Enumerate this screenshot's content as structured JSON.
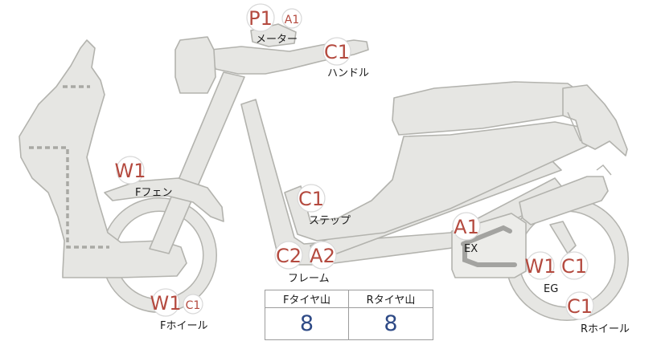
{
  "parts": [
    {
      "id": "meter",
      "codes": [
        "P1",
        "A1"
      ],
      "label": "メーター"
    },
    {
      "id": "handle",
      "codes": [
        "C1"
      ],
      "label": "ハンドル"
    },
    {
      "id": "ffender",
      "codes": [
        "W1"
      ],
      "label": "Fフェン"
    },
    {
      "id": "step",
      "codes": [
        "C1"
      ],
      "label": "ステップ"
    },
    {
      "id": "ex",
      "codes": [
        "A1"
      ],
      "label": "EX"
    },
    {
      "id": "frame",
      "codes": [
        "C2",
        "A2"
      ],
      "label": "フレーム"
    },
    {
      "id": "eg",
      "codes": [
        "W1",
        "C1"
      ],
      "label": "EG"
    },
    {
      "id": "fwheel",
      "codes": [
        "W1",
        "C1"
      ],
      "label": "Fホイール"
    },
    {
      "id": "rwheel",
      "codes": [
        "C1"
      ],
      "label": "Rホイール"
    }
  ],
  "tire_table": {
    "headers": [
      "Fタイヤ山",
      "Rタイヤ山"
    ],
    "values": [
      "8",
      "8"
    ]
  },
  "colors": {
    "code": "#b44a3f",
    "value": "#2e4a86",
    "part": "#e6e6e3",
    "outline": "#b3b3ae"
  }
}
